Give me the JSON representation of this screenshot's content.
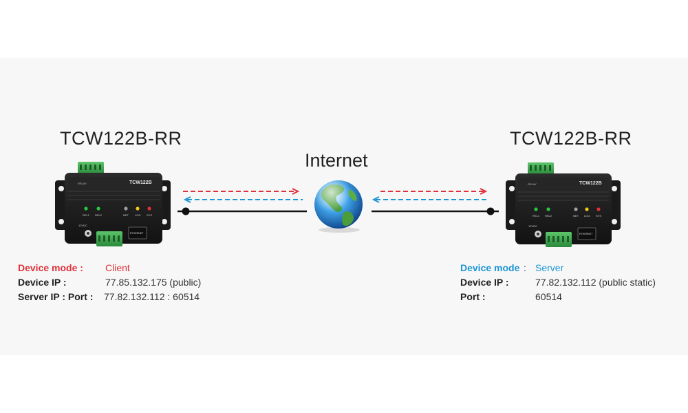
{
  "left_device": {
    "title": "TCW122B-RR",
    "panel_label": "TCW122B",
    "top_label": "RELAY",
    "port_label": "ETHERNET",
    "power_label": "12VDC",
    "led_labels": [
      "REL1",
      "REL2",
      "NET",
      "LOG",
      "SYS"
    ],
    "mode_key": "Device mode :",
    "mode_value": "Client",
    "ip_key": "Device IP :",
    "ip_value": "77.85.132.175 (public)",
    "server_key": "Server IP : Port :",
    "server_value": "77.82.132.112 : 60514"
  },
  "right_device": {
    "title": "TCW122B-RR",
    "panel_label": "TCW122B",
    "top_label": "RELAY",
    "port_label": "ETHERNET",
    "power_label": "12VDC",
    "led_labels": [
      "REL1",
      "REL2",
      "NET",
      "LOG",
      "SYS"
    ],
    "mode_key": "Device mode",
    "mode_colon": ":",
    "mode_value": "Server",
    "ip_key": "Device IP :",
    "ip_value": "77.82.132.112 (public static)",
    "port_key": "Port :",
    "port_value": "60514"
  },
  "internet": {
    "label": "Internet"
  },
  "colors": {
    "client_arrow": "#e0313a",
    "server_arrow": "#1b95d6",
    "line": "#111111",
    "device_body": "#1f1f1f",
    "terminal_green": "#3aa64c"
  }
}
